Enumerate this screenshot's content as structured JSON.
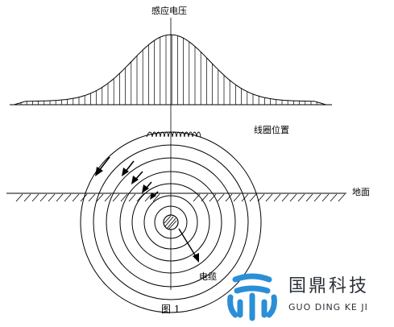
{
  "labels": {
    "induced_voltage": "感应电压",
    "coil_position": "线圈位置",
    "ground": "地面",
    "cable": "电缆",
    "figure": "图 1"
  },
  "brand": {
    "name_cn": "国鼎科技",
    "name_en": "GUO DING KE JI",
    "logo_icon": "guoding-logo-icon",
    "logo_color": "#2a8fd6"
  }
}
